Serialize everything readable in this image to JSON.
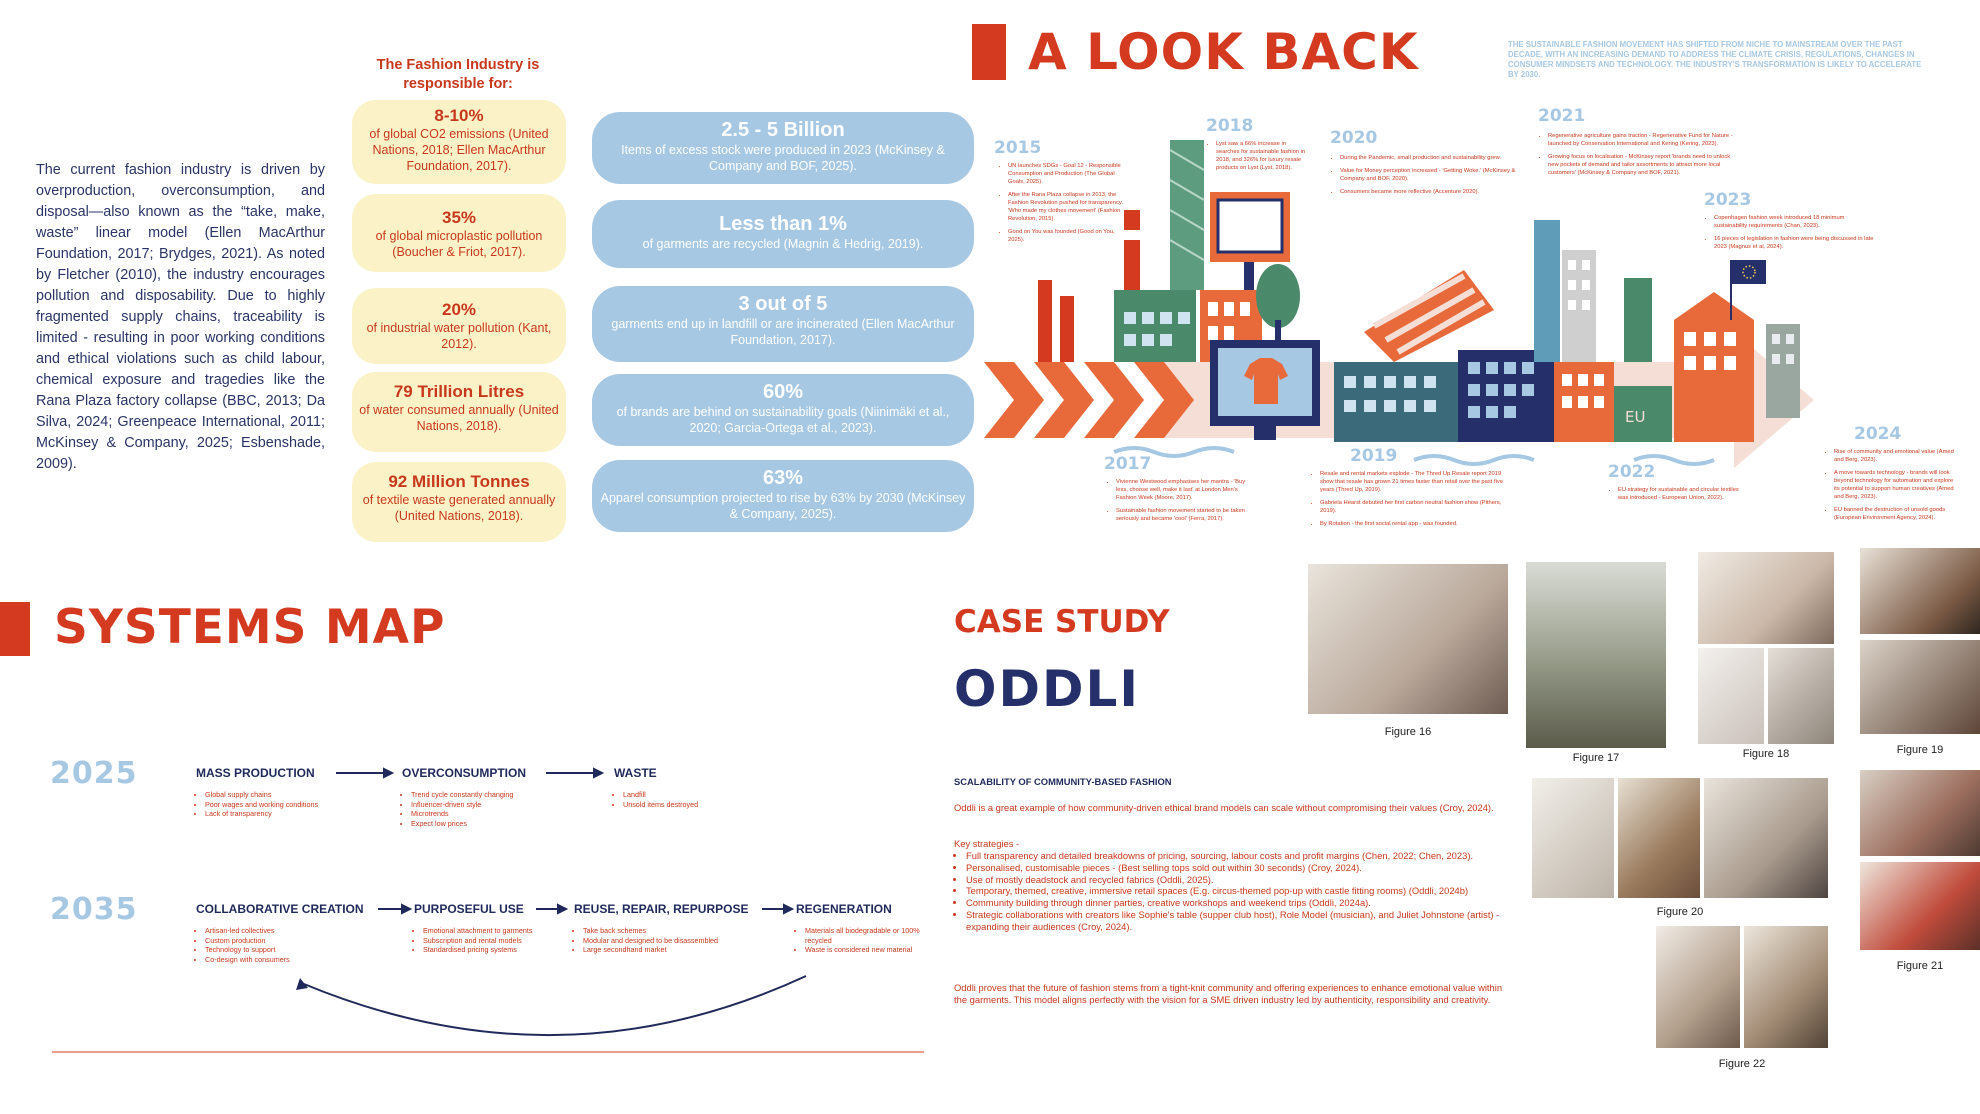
{
  "intro": {
    "text": "The current fashion industry is driven by overproduction, overconsumption, and disposal—also known as the “take, make, waste” linear model (Ellen MacArthur Foundation, 2017; Brydges, 2021). As noted by Fletcher (2010), the industry encourages pollution and disposability. Due to highly fragmented supply chains, traceability is limited - resulting in poor working conditions and ethical violations such as child labour, chemical exposure and tragedies like the Rana Plaza factory collapse (BBC, 2013; Da Silva, 2024; Greenpeace International, 2011; McKinsey & Company, 2025; Esbenshade, 2009)."
  },
  "responsible": {
    "title": "The Fashion Industry is responsible for:",
    "items": [
      {
        "big": "8-10%",
        "small": "of global CO2 emissions (United Nations, 2018; Ellen MacArthur Foundation, 2017)."
      },
      {
        "big": "35%",
        "small": "of global microplastic pollution (Boucher & Friot, 2017)."
      },
      {
        "big": "20%",
        "small": "of industrial water pollution (Kant, 2012)."
      },
      {
        "big": "79 Trillion Litres",
        "small": "of water consumed annually (United Nations, 2018)."
      },
      {
        "big": "92 Million Tonnes",
        "small": "of textile waste generated annually (United Nations, 2018)."
      }
    ]
  },
  "stats": [
    {
      "big": "2.5 - 5 Billion",
      "small": "Items of excess stock were produced in 2023 (McKinsey & Company and BOF, 2025)."
    },
    {
      "big": "Less than 1%",
      "small": "of garments are recycled (Magnin & Hedrig, 2019)."
    },
    {
      "big": "3 out of 5",
      "small": "garments end up in landfill or are incinerated (Ellen MacArthur Foundation, 2017)."
    },
    {
      "big": "60%",
      "small": "of brands are behind on sustainability goals (Niinimäki et al., 2020; Garcia-Ortega et al., 2023)."
    },
    {
      "big": "63%",
      "small": "Apparel consumption projected to rise by 63% by 2030 (McKinsey & Company, 2025)."
    }
  ],
  "lookback": {
    "title": "A LOOK BACK",
    "note": "The sustainable fashion movement has shifted from niche to mainstream over the past decade, with an increasing demand to address the climate crisis, regulations, changes in consumer mindsets and technology. The industry's transformation is likely to accelerate by 2030.",
    "eu_label": "EU",
    "timeline": [
      {
        "year": "2015",
        "notes": [
          "UN launches SDGs - Goal 12 - Responsible Consumption and Production (The Global Goals, 2025).",
          "After the Rana Plaza collapse in 2013, the Fashion Revolution pushed for transparency. 'Who made my clothes movement' (Fashion Revolution, 2015).",
          "Good on You was founded (Good on You, 2025)."
        ]
      },
      {
        "year": "2018",
        "notes": [
          "Lyst saw a 66% increase in searches for sustainable fashion in 2018, and 326% for luxury resale products on Lyst (Lyst, 2018)."
        ]
      },
      {
        "year": "2020",
        "notes": [
          "During the Pandemic, small production and sustainability grew.",
          "Value for Money perception increased - 'Getting Woke.' (McKinsey & Company and BOF, 2020).",
          "Consumers became more reflective (Accenture 2020)."
        ]
      },
      {
        "year": "2021",
        "notes": [
          "Regenerative agriculture gains traction - Regenerative Fund for Nature - launched by Conservation International and Kering (Kering, 2023).",
          "Growing focus on localisation - McKinsey report 'brands need to unlock new pockets of demand and tailor assortments to attract more local customers' (McKinsey & Company and BOF, 2021)."
        ]
      },
      {
        "year": "2023",
        "notes": [
          "Copenhagen fashion week introduced 18 minimum sustainability requirements (Chan, 2023).",
          "16 pieces of legislation in fashion were being discussed in late 2023 (Magnus et al, 2024)."
        ]
      },
      {
        "year": "2017",
        "notes": [
          "Vivienne Westwood emphasises her mantra - 'Buy less, choose well, make it last' at London Men's Fashion Week (Moore, 2017).",
          "Sustainable fashion movement started to be taken seriously and became 'cool' (Ferra, 2017)."
        ]
      },
      {
        "year": "2019",
        "notes": [
          "Resale and rental markets explode - The Thred Up Resale report 2019 show that resale has grown 21 times faster than retail over the past five years (Thred Up, 2019).",
          "Gabriela Hearst debuted her first carbon neutral fashion show (Pithers, 2019).",
          "By Rotation - the first social rental app - was founded."
        ]
      },
      {
        "year": "2022",
        "notes": [
          "EU strategy for sustainable and circular textiles was introduced - European Union, 2022)."
        ]
      },
      {
        "year": "2024",
        "notes": [
          "Rise of community and emotional value (Amed and Berg, 2023).",
          "A move towards technology - brands will look beyond technology for automation and explore its potential to support human creatives (Amed and Berg, 2023).",
          "EU banned the destruction of unsold goods (European Environment Agency, 2024)."
        ]
      }
    ]
  },
  "systems": {
    "title": "SYSTEMS MAP",
    "rows": [
      {
        "year": "2025",
        "stages": [
          {
            "name": "MASS PRODUCTION",
            "items": [
              "Global supply chains",
              "Poor wages and working conditions",
              "Lack of transparency"
            ]
          },
          {
            "name": "OVERCONSUMPTION",
            "items": [
              "Trend cycle constantly changing",
              "Influencer-driven style",
              "Microtrends",
              "Expect low prices"
            ]
          },
          {
            "name": "WASTE",
            "items": [
              "Landfill",
              "Unsold items destroyed"
            ]
          }
        ]
      },
      {
        "year": "2035",
        "stages": [
          {
            "name": "COLLABORATIVE CREATION",
            "items": [
              "Artisan-led collectives",
              "Custom production",
              "Technology to support",
              "Co-design with consumers"
            ]
          },
          {
            "name": "PURPOSEFUL USE",
            "items": [
              "Emotional attachment to garments",
              "Subscription and rental models",
              "Standardised pricing systems"
            ]
          },
          {
            "name": "REUSE, REPAIR, REPURPOSE",
            "items": [
              "Take back schemes",
              "Modular and designed to be disassembled",
              "Large secondhand market"
            ]
          },
          {
            "name": "REGENERATION",
            "items": [
              "Materials all biodegradable or 100% recycled",
              "Waste is considered new material"
            ]
          }
        ]
      }
    ]
  },
  "case_study": {
    "label": "CASE STUDY",
    "name": "ODDLI",
    "heading": "SCALABILITY OF COMMUNITY-BASED FASHION",
    "intro": "Oddli is a great example of how community-driven ethical brand models can scale without compromising their values (Croy, 2024).",
    "strategies_title": "Key strategies -",
    "strategies": [
      "Full transparency and detailed breakdowns of pricing, sourcing, labour costs and profit margins (Chen, 2022; Chen, 2023).",
      "Personalised, customisable pieces - (Best selling tops sold out within 30 seconds) (Croy, 2024).",
      "Use of mostly deadstock and recycled fabrics (Oddli, 2025).",
      "Temporary, themed, creative, immersive retail spaces (E.g. circus-themed pop-up with castle fitting rooms) (Oddli, 2024b)",
      "Community building through dinner parties, creative workshops and weekend trips (Oddli, 2024a).",
      "Strategic collaborations with creators like Sophie's table (supper club host), Role Model (musician), and Juliet Johnstone (artist) - expanding their audiences (Croy, 2024)."
    ],
    "conclusion": "Oddli proves that the future of fashion stems from a tight-knit community and offering experiences to enhance emotional value within the garments. This model aligns perfectly with the vision for a SME driven industry led by authenticity, responsibility and creativity."
  },
  "figures": [
    "Figure 16",
    "Figure 17",
    "Figure 18",
    "Figure 19",
    "Figure 20",
    "Figure 21",
    "Figure 22"
  ]
}
